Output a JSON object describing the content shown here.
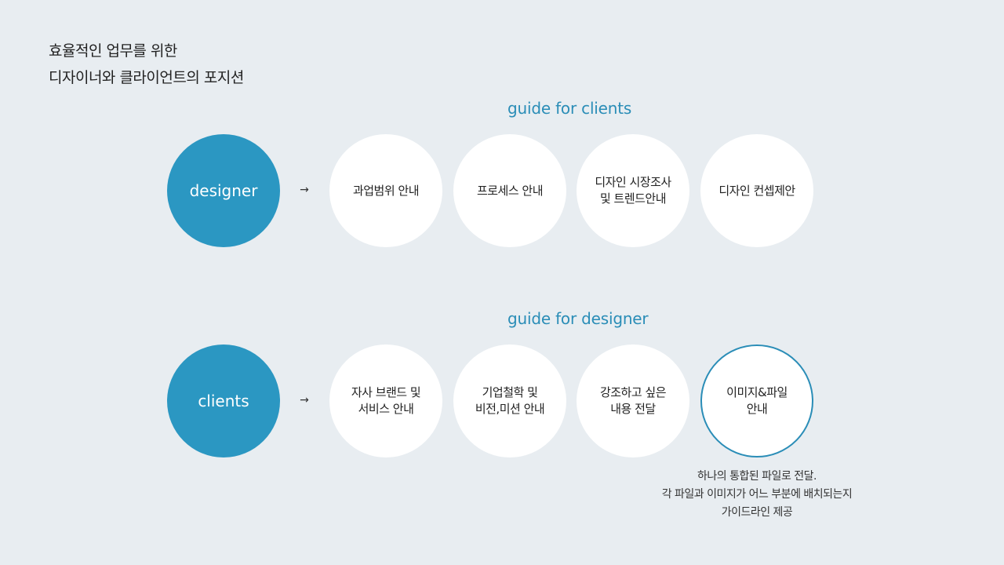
{
  "title": {
    "line1": "효율적인 업무를 위한",
    "line2": "디자이너와 클라이언트의 포지션"
  },
  "rows": [
    {
      "section_label": "guide for clients",
      "role": "designer",
      "arrow": "→",
      "items": [
        "과업범위 안내",
        "프로세스 안내",
        "디자인 시장조사\n및 트렌드안내",
        "디자인 컨셉제안"
      ]
    },
    {
      "section_label": "guide for designer",
      "role": "clients",
      "arrow": "→",
      "items": [
        "자사 브랜드 및\n서비스 안내",
        "기업철학 및\n비전,미션 안내",
        "강조하고 싶은\n내용 전달",
        "이미지&파일\n안내"
      ]
    }
  ],
  "note": {
    "line1": "하나의 통합된 파일로 전달.",
    "line2": "각 파일과 이미지가 어느 부분에 배치되는지",
    "line3": "가이드라인 제공"
  },
  "colors": {
    "background": "#e8edf1",
    "accent": "#2b97c2",
    "label": "#2a8db7"
  }
}
